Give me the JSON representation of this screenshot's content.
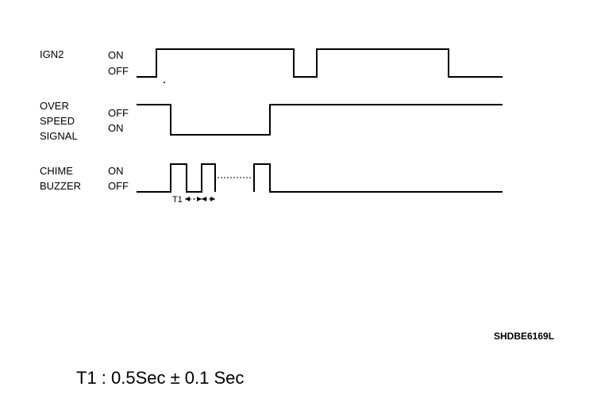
{
  "signals": [
    {
      "name_lines": [
        "IGN2"
      ],
      "high_label": "ON",
      "low_label": "OFF"
    },
    {
      "name_lines": [
        "OVER",
        "SPEED",
        "SIGNAL"
      ],
      "high_label": "OFF",
      "low_label": "ON"
    },
    {
      "name_lines": [
        "CHIME",
        "BUZZER"
      ],
      "high_label": "ON",
      "low_label": "OFF"
    }
  ],
  "t1_label": "T1",
  "code": "SHDBE6169L",
  "formula": "T1 : 0.5Sec ± 0.1 Sec"
}
